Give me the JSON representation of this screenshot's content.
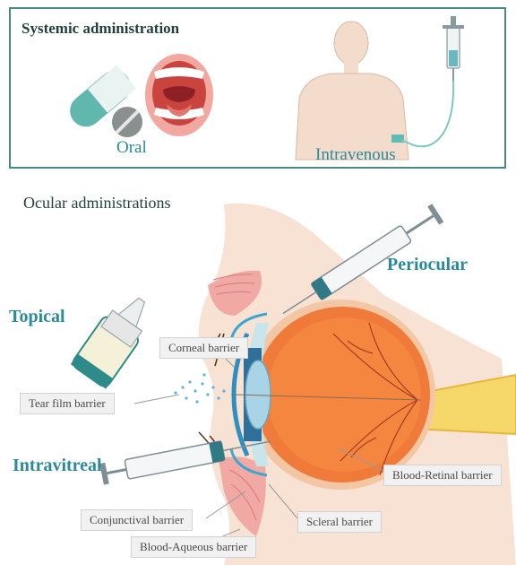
{
  "systemic": {
    "title": "Systemic administration",
    "oral_label": "Oral",
    "intravenous_label": "Intravenous"
  },
  "ocular": {
    "title": "Ocular administrations",
    "routes": {
      "topical": "Topical",
      "periocular": "Periocular",
      "intravitreal": "Intravitreal"
    },
    "barriers": {
      "corneal": "Corneal barrier",
      "tear_film": "Tear film barrier",
      "blood_retinal": "Blood-Retinal barrier",
      "conjunctival": "Conjunctival barrier",
      "scleral": "Scleral barrier",
      "blood_aqueous": "Blood-Aqueous barrier"
    }
  },
  "colors": {
    "frame": "#4a8a86",
    "route_label": "#2a8a9a",
    "eye": "#f07a3a",
    "skin": "#f6d8c8"
  }
}
